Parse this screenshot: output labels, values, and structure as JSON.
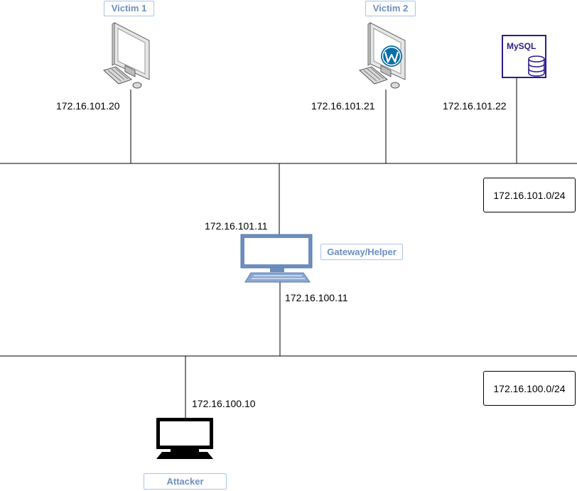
{
  "nodes": {
    "victim1": {
      "tag": "Victim 1",
      "ip": "172.16.101.20"
    },
    "victim2": {
      "tag": "Victim 2",
      "ip": "172.16.101.21"
    },
    "mysql": {
      "label": "MySQL",
      "ip": "172.16.101.22"
    },
    "gateway": {
      "tag": "Gateway/Helper",
      "ip_upper": "172.16.101.11",
      "ip_lower": "172.16.100.11"
    },
    "attacker": {
      "tag": "Attacker",
      "ip": "172.16.100.10"
    }
  },
  "subnets": {
    "upper": "172.16.101.0/24",
    "lower": "172.16.100.0/24"
  },
  "colors": {
    "tag_border": "#a9c4eb",
    "tag_text": "#6c8ebf",
    "mysql": "#2e1c8c",
    "wordpress": "#0a6ea8"
  },
  "icons": {
    "victim1": "desktop-computer-icon",
    "victim2": "wordpress-computer-icon",
    "mysql": "mysql-database-icon",
    "gateway": "workstation-icon",
    "attacker": "laptop-icon"
  }
}
